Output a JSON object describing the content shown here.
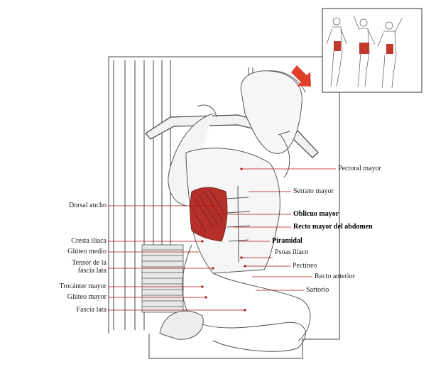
{
  "labels_left": [
    {
      "id": "dorsal-ancho",
      "text": "Dorsal ancho"
    },
    {
      "id": "cresta-iliaca",
      "text": "Cresta ilíaca"
    },
    {
      "id": "gluteo-medio",
      "text": "Glúteo medio"
    },
    {
      "id": "tensor-fascia-lata",
      "lines": [
        "Tensor de la",
        "fascia lata"
      ]
    },
    {
      "id": "trocanter-mayor",
      "text": "Trocánter mayor"
    },
    {
      "id": "gluteo-mayor",
      "text": "Glúteo mayor"
    },
    {
      "id": "fascia-lata",
      "text": "Fascia lata"
    }
  ],
  "labels_right": [
    {
      "id": "pectoral-mayor",
      "text": "Pectoral mayor",
      "bold": false
    },
    {
      "id": "serrato-mayor",
      "text": "Serrato mayor",
      "bold": false
    },
    {
      "id": "oblicuo-mayor",
      "text": "Oblicuo mayor",
      "bold": true
    },
    {
      "id": "recto-mayor-abdomen",
      "text": "Recto mayor del abdomen",
      "bold": true
    },
    {
      "id": "piramidal",
      "text": "Piramidal",
      "bold": true
    },
    {
      "id": "psoas-iliaco",
      "text": "Psoas ilíaco",
      "bold": false
    },
    {
      "id": "pectineo",
      "text": "Pectíneo",
      "bold": false
    },
    {
      "id": "recto-anterior",
      "text": "Recto anterior",
      "bold": false
    },
    {
      "id": "sartorio",
      "text": "Sartorio",
      "bold": false
    }
  ],
  "colors": {
    "leader_line": "#b01010",
    "target_muscle": "#b5302a",
    "arrow": "#e0402a",
    "sketch": "#555555"
  },
  "icons": {
    "arrow": "arrow-down-right-icon",
    "inset": "anatomy-thumbnail-figures"
  }
}
